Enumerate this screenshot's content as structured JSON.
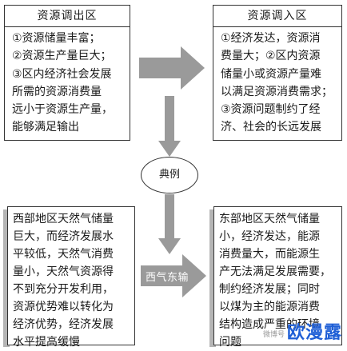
{
  "top_left": {
    "title": "资源调出区",
    "lines": [
      "①资源储量丰富；",
      "②资源生产量巨大；",
      "③区内经济社会发展",
      "所需的资源消费量",
      "远小于资源生产量，",
      "能够满足输出"
    ]
  },
  "top_right": {
    "title": "资源调入区",
    "lines": [
      "①经济发达，资源消",
      "费量大；②区内资源",
      "储量小或资源产量难",
      "以满足资源消费需求；",
      "③资源问题制约了经",
      "济、社会的长远发展"
    ]
  },
  "center": {
    "label": "典例"
  },
  "bottom_left": {
    "lines": [
      "西部地区天然气储量",
      "巨大，而经济发展水",
      "平较低，天然气消费",
      "量小，天然气资源得",
      "不到充分开发利用，",
      "资源优势难以转化为",
      "经济优势，经济发展",
      "水平提高缓慢"
    ]
  },
  "bottom_right": {
    "lines": [
      "东部地区天然气储量",
      "小，经济发达，能源",
      "消费量大，而能源生",
      "产无法满足发展需要，",
      "制约经济发展；同时",
      "以煤为主的能源消费",
      "结构造成严重的环境",
      "问题"
    ]
  },
  "arrow_label": "西气东输",
  "watermark": {
    "small": "微博号",
    "big": "欧漫露"
  }
}
